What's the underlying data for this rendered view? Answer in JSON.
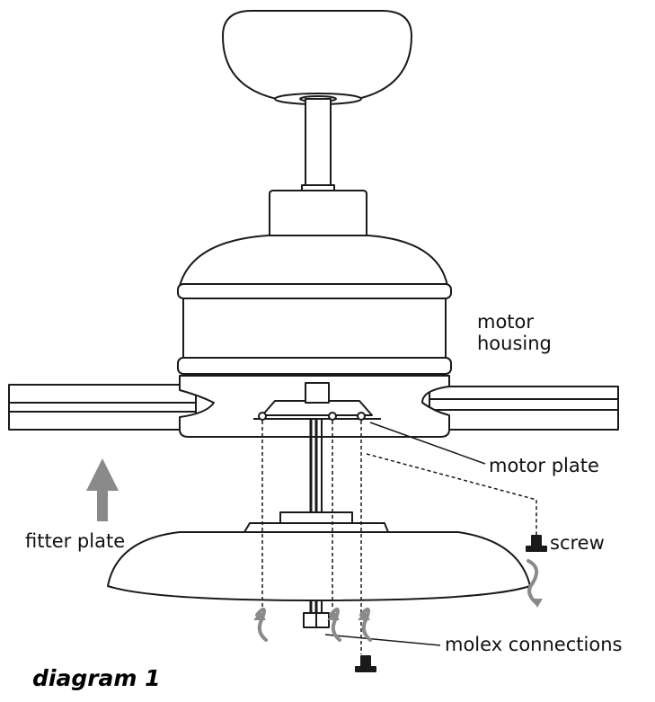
{
  "labels": {
    "motor_housing_line1": "motor",
    "motor_housing_line2": "housing",
    "motor_plate": "motor plate",
    "fitter_plate": "fitter plate",
    "screw": "screw",
    "molex_connections": "molex connections"
  },
  "caption": "diagram 1",
  "colors": {
    "line": "#1a1a1a",
    "arrow_fill": "#8a8a8a",
    "background": "#ffffff"
  }
}
